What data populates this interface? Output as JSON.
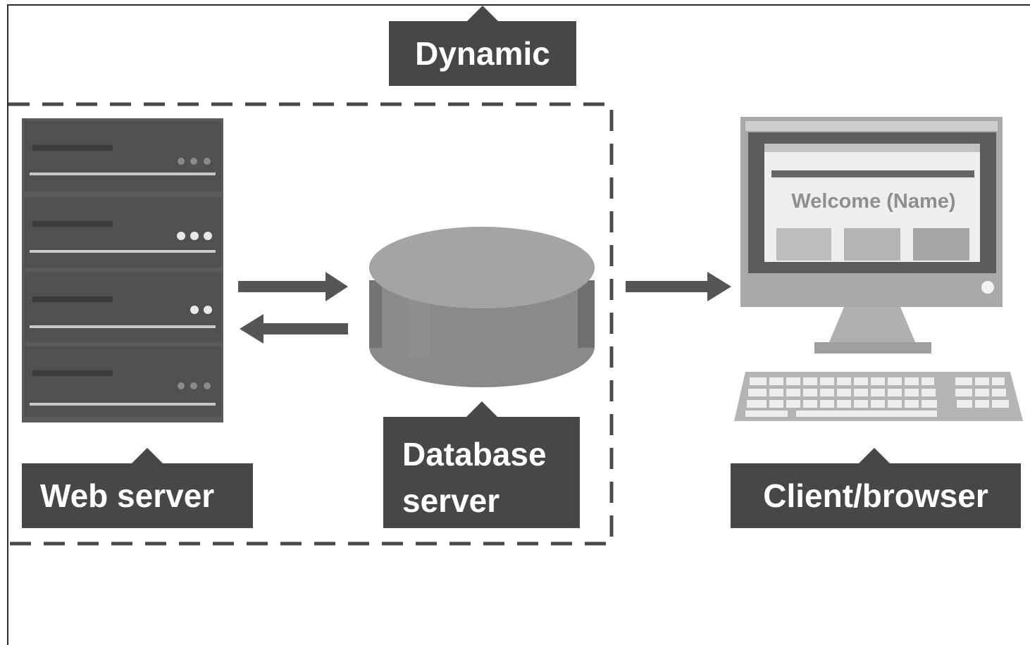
{
  "diagram": {
    "group_label": "Dynamic",
    "nodes": {
      "web_server": "Web server",
      "database_server_line1": "Database",
      "database_server_line2": "server",
      "client": "Client/browser"
    },
    "screen_text": "Welcome (Name)"
  }
}
